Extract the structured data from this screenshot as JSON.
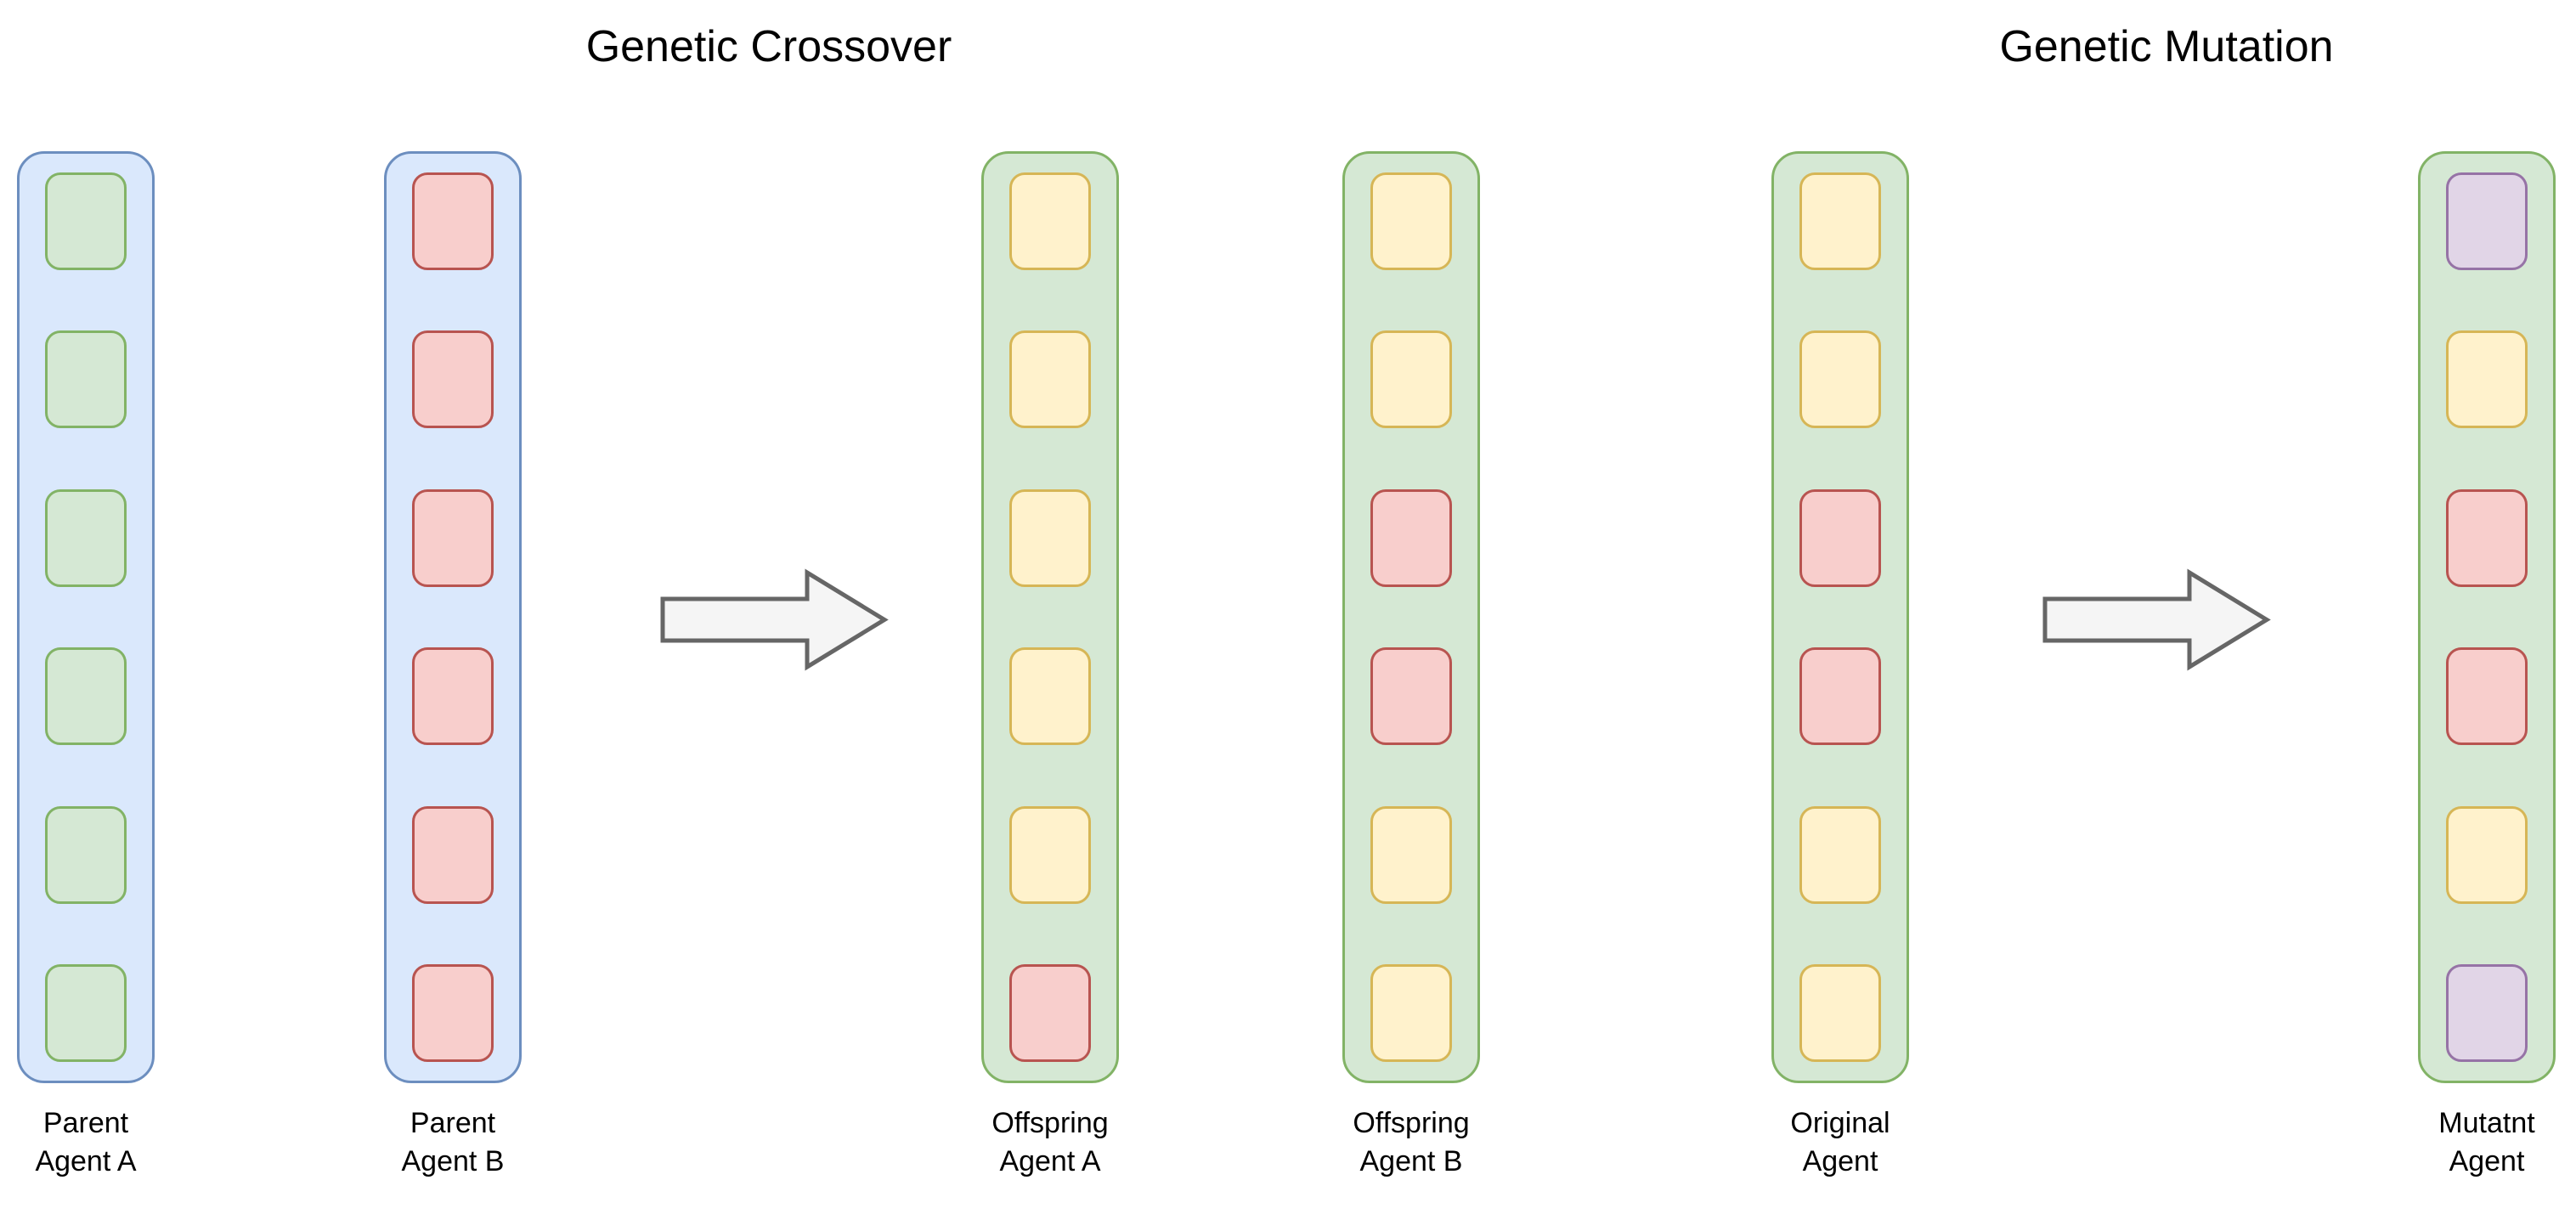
{
  "diagram": {
    "title_left": "Genetic Crossover",
    "title_right": "Genetic Mutation",
    "background_color": "#ffffff"
  },
  "palette": {
    "parent_container_fill": "#dae8fc",
    "parent_container_stroke": "#6c8ebf",
    "offspring_container_fill": "#d5e8d4",
    "offspring_container_stroke": "#82b366",
    "gene_green_fill": "#d5e8d4",
    "gene_green_stroke": "#82b366",
    "gene_red_fill": "#f8cecc",
    "gene_red_stroke": "#b85450",
    "gene_yellow_fill": "#fff2cc",
    "gene_yellow_stroke": "#d6b656",
    "gene_purple_fill": "#e1d5e7",
    "gene_purple_stroke": "#9673a6",
    "arrow_fill": "#f5f5f5",
    "arrow_stroke": "#666666"
  },
  "columns": [
    {
      "id": "parent-agent-a",
      "caption": "Parent\nAgent A",
      "caption_line1": "Parent",
      "caption_line2": "Agent A",
      "container_type": "parent",
      "gene_count": 6,
      "genes": [
        "green",
        "green",
        "green",
        "green",
        "green",
        "green"
      ]
    },
    {
      "id": "parent-agent-b",
      "caption": "Parent\nAgent B",
      "caption_line1": "Parent",
      "caption_line2": "Agent B",
      "container_type": "parent",
      "gene_count": 6,
      "genes": [
        "red",
        "red",
        "red",
        "red",
        "red",
        "red"
      ]
    },
    {
      "id": "offspring-agent-a",
      "caption": "Offspring\nAgent A",
      "caption_line1": "Offspring",
      "caption_line2": "Agent A",
      "container_type": "offspring",
      "gene_count": 6,
      "genes": [
        "yellow",
        "yellow",
        "yellow",
        "yellow",
        "yellow",
        "red"
      ]
    },
    {
      "id": "offspring-agent-b",
      "caption": "Offspring\nAgent B",
      "caption_line1": "Offspring",
      "caption_line2": "Agent B",
      "container_type": "offspring",
      "gene_count": 6,
      "genes": [
        "yellow",
        "yellow",
        "red",
        "red",
        "yellow",
        "yellow"
      ]
    },
    {
      "id": "original-agent",
      "caption": "Original\nAgent",
      "caption_line1": "Original",
      "caption_line2": "Agent",
      "container_type": "offspring",
      "gene_count": 6,
      "genes": [
        "yellow",
        "yellow",
        "red",
        "red",
        "yellow",
        "yellow"
      ]
    },
    {
      "id": "mutant-agent",
      "caption": "Mutatnt\nAgent",
      "caption_line1": "Mutatnt",
      "caption_line2": "Agent",
      "container_type": "offspring",
      "gene_count": 6,
      "genes": [
        "purple",
        "yellow",
        "red",
        "red",
        "yellow",
        "purple"
      ]
    }
  ],
  "arrows": [
    {
      "id": "crossover-arrow",
      "direction": "right"
    },
    {
      "id": "mutation-arrow",
      "direction": "right"
    }
  ]
}
